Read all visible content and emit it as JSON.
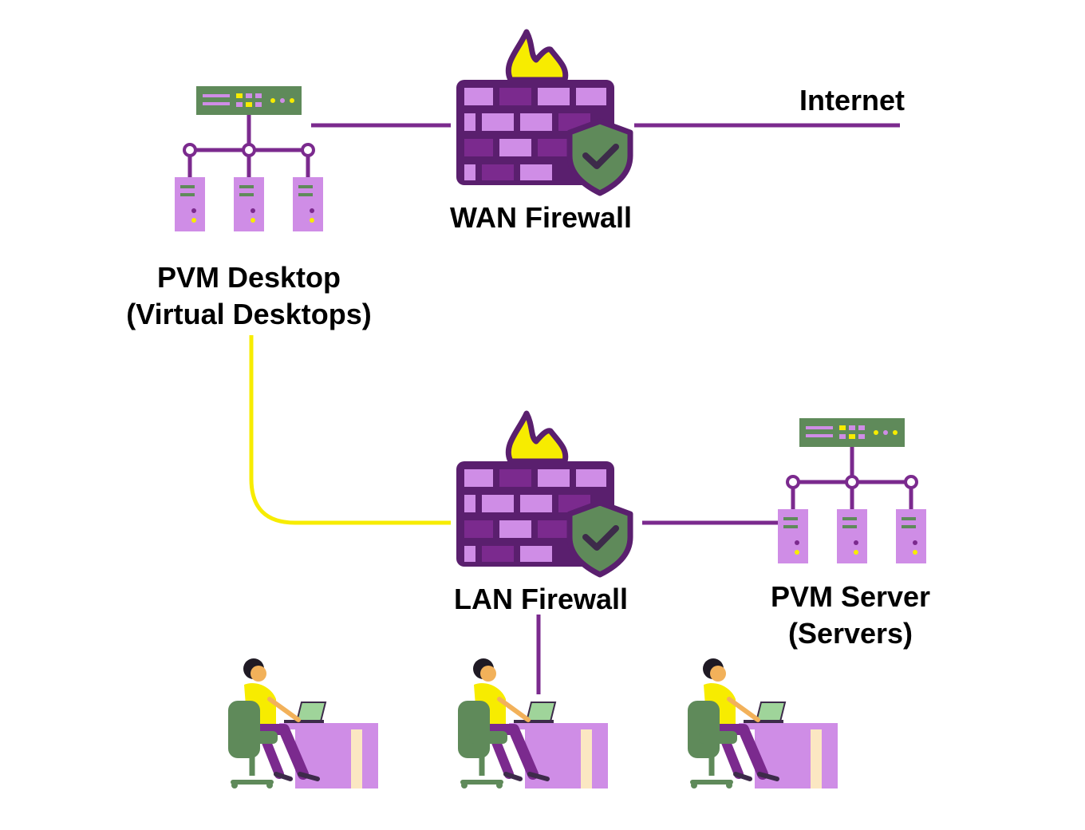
{
  "labels": {
    "internet": "Internet",
    "wan_firewall": "WAN Firewall",
    "lan_firewall": "LAN Firewall",
    "pvm_desktop_line1": "PVM Desktop",
    "pvm_desktop_line2": "(Virtual Desktops)",
    "pvm_server_line1": "PVM Server",
    "pvm_server_line2": "(Servers)"
  },
  "colors": {
    "purple": "#7b2a8e",
    "light_purple": "#cf8de6",
    "dark_purple": "#5a1f6e",
    "green": "#5f8a5a",
    "yellow": "#f7ec00",
    "laptop_green": "#9fd49a",
    "desk_cream": "#fbe7c2"
  },
  "icons": [
    "firewall-icon",
    "server-cluster-icon",
    "user-workstation-icon"
  ]
}
